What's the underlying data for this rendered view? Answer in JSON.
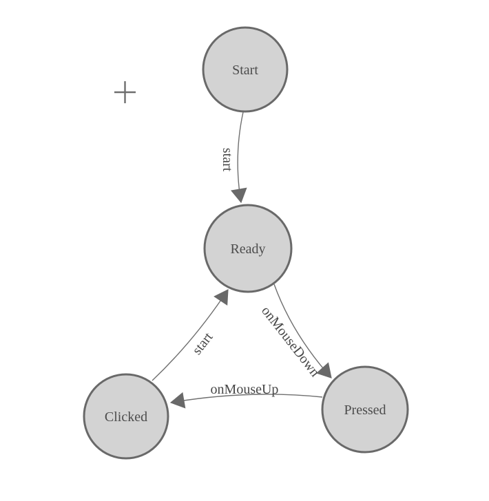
{
  "diagram": {
    "background": "#ffffff",
    "node_fill": "#d3d3d3",
    "node_stroke": "#696969",
    "edge_color": "#6f6f6f",
    "arrow_color": "#696969",
    "label_color": "#474747",
    "nodes": [
      {
        "id": "start",
        "label": "Start"
      },
      {
        "id": "ready",
        "label": "Ready"
      },
      {
        "id": "clicked",
        "label": "Clicked"
      },
      {
        "id": "pressed",
        "label": "Pressed"
      }
    ],
    "edges": [
      {
        "from": "Start",
        "to": "Ready",
        "label": "start"
      },
      {
        "from": "Ready",
        "to": "Pressed",
        "label": "onMouseDown"
      },
      {
        "from": "Pressed",
        "to": "Clicked",
        "label": "onMouseUp"
      },
      {
        "from": "Clicked",
        "to": "Ready",
        "label": "start"
      }
    ],
    "icons": [
      {
        "name": "plus-cursor-icon"
      }
    ]
  }
}
